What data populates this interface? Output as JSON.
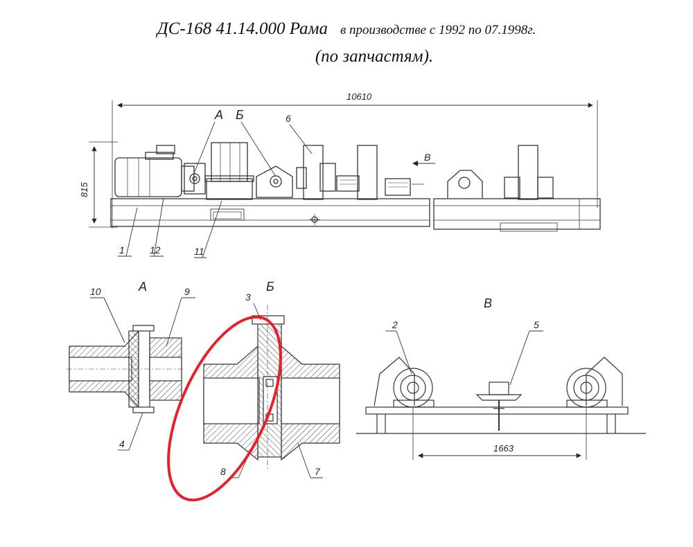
{
  "title": {
    "main": "ДС-168 41.14.000 Рама",
    "subtitle": "в производстве с 1992 по 07.1998г.",
    "note": "(по запчастям)."
  },
  "dimensions": {
    "overall_length": "10610",
    "height": "815",
    "view_v_spacing": "1663"
  },
  "view_labels": {
    "a": "А",
    "b": "Б",
    "v": "В"
  },
  "callouts": {
    "c1": "1",
    "c2": "2",
    "c3": "3",
    "c4": "4",
    "c5": "5",
    "c6": "6",
    "c7": "7",
    "c8": "8",
    "c9": "9",
    "c10": "10",
    "c11": "11",
    "c12": "12"
  },
  "highlight_color": "#e8202a"
}
